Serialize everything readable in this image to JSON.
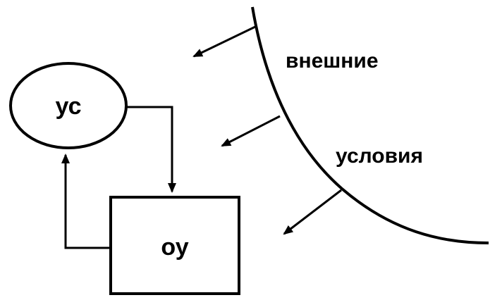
{
  "diagram": {
    "control_device_label": "ус",
    "control_object_label": "оу",
    "environment_label_line1": "внешние",
    "environment_label_line2": "условия"
  },
  "colors": {
    "stroke": "#000000",
    "background": "#ffffff"
  }
}
